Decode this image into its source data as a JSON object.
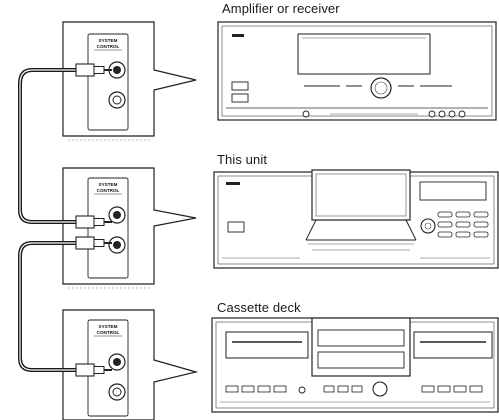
{
  "devices": [
    {
      "id": "amplifier",
      "label": "Amplifier or receiver",
      "jacks": 1
    },
    {
      "id": "this-unit",
      "label": "This unit",
      "jacks": 2
    },
    {
      "id": "cassette",
      "label": "Cassette deck",
      "jacks": 1
    }
  ],
  "panel": {
    "line1": "SYSTEM",
    "line2": "CONTROL"
  },
  "colors": {
    "line": "#222222",
    "cable": "#1a1a1a",
    "panel_bg": "#ffffff"
  }
}
